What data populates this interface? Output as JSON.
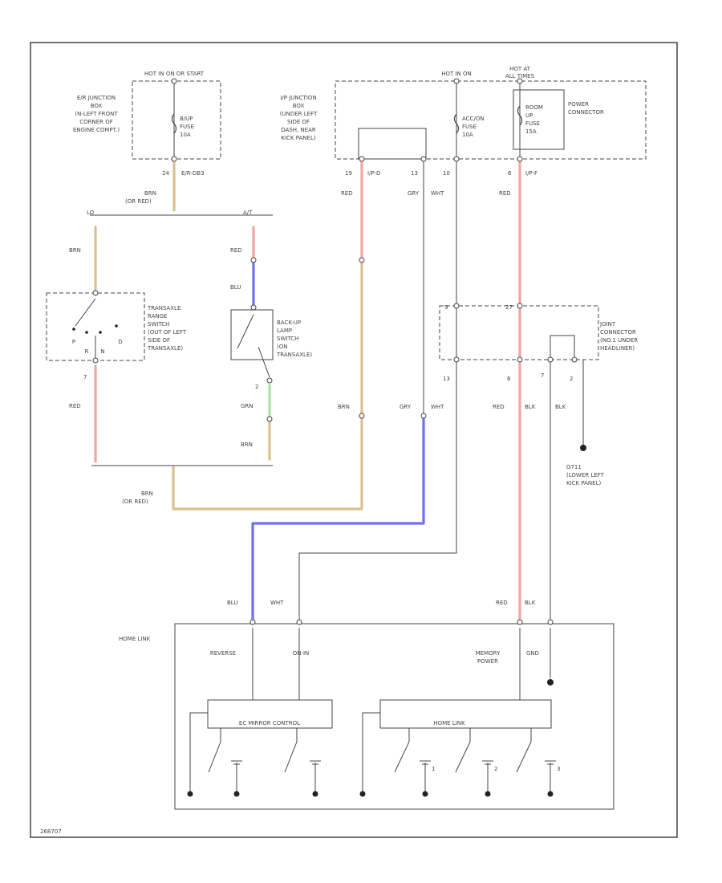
{
  "colors": {
    "BRN": "#d8c28e",
    "RED": "#f5a3a3",
    "BLU": "#6f6ff0",
    "GRN": "#aee0a0",
    "GRY": "#bdbdbd",
    "WHT": "#d9d9d9",
    "BLK": "#555555",
    "line": "#444444"
  },
  "sources": {
    "left": "HOT IN ON OR START",
    "center": "HOT IN ON",
    "right_l1": "HOT AT",
    "right_l2": "ALL TIMES"
  },
  "boxes": {
    "er": [
      "E/R JUNCTION",
      "BOX",
      "(N-LEFT FRONT",
      "CORNER OF",
      "ENGINE COMPT.)"
    ],
    "ip": [
      "I/P JUNCTION",
      "BOX",
      "(UNDER LEFT",
      "SIDE OF",
      "DASH, NEAR",
      "KICK PANEL)"
    ],
    "power_conn": [
      "POWER",
      "CONNECTOR"
    ],
    "joint": [
      "JOINT",
      "CONNECTOR",
      "(NO.1 UNDER",
      "HEADLINER)"
    ],
    "trans_switch": [
      "TRANSAXLE",
      "RANGE",
      "SWITCH",
      "(OUT OF LEFT",
      "SIDE OF",
      "TRANSAXLE)"
    ],
    "backup_switch": [
      "BACK-UP",
      "LAMP",
      "SWITCH",
      "(ON",
      "TRANSAXLE)"
    ],
    "ground": [
      "G711",
      "(LOWER LEFT",
      "KICK PANEL)"
    ],
    "homelink_title": "HOME LINK",
    "ec_mirror": "EC MIRROR CONTROL",
    "homelink_inner": "HOME LINK"
  },
  "fuses": {
    "backup": [
      "B/UP",
      "FUSE",
      "10A"
    ],
    "accon": [
      "ACC/ON",
      "FUSE",
      "10A"
    ],
    "room": [
      "ROOM",
      "UP",
      "FUSE",
      "15A"
    ]
  },
  "pins": {
    "er": "24",
    "er_conn": "E/R-DB3",
    "ip_19": "19",
    "ip_19_conn": "I/P-D",
    "ip_13": "13",
    "ip_10": "10",
    "ip_6": "6",
    "ip_6_conn": "I/P-F",
    "trans_top_l": "LO",
    "trans_top_r": "A/T",
    "trans_bottom": "7",
    "backup_bottom": "2",
    "joint_13": "13",
    "joint_6": "6",
    "joint_7": "7",
    "joint_2": "2",
    "splice_top": "9",
    "splice_mid": "27"
  },
  "park_positions": [
    "P",
    "R",
    "N",
    "D"
  ],
  "wires": {
    "er_out": [
      "BRN",
      "(OR RED)"
    ],
    "trans_in": "BRN",
    "backup_red": "RED",
    "backup_blu": "BLU",
    "trans_out": "RED",
    "backup_grn": "GRN",
    "backup_brn": "BRN",
    "bottom_merge": [
      "BRN",
      "(OR RED)"
    ],
    "ip19": "RED",
    "ip13": "GRY",
    "ip10": "WHT",
    "ip6": "RED",
    "mid_brn": "BRN",
    "mid_gry": "GRY",
    "mid_wht": "WHT",
    "joint_red": "RED",
    "joint_blk1": "BLK",
    "joint_blk2": "BLK",
    "hl_blu": "BLU",
    "hl_wht": "WHT",
    "hl_red": "RED",
    "hl_blk": "BLK"
  },
  "homelink_pins": {
    "reverse": "REVERSE",
    "on_in": "ON-IN",
    "memory": [
      "MEMORY",
      "POWER"
    ],
    "gnd": "GND"
  },
  "button_labels": [
    "1",
    "2",
    "3"
  ],
  "ref_id": "268707"
}
